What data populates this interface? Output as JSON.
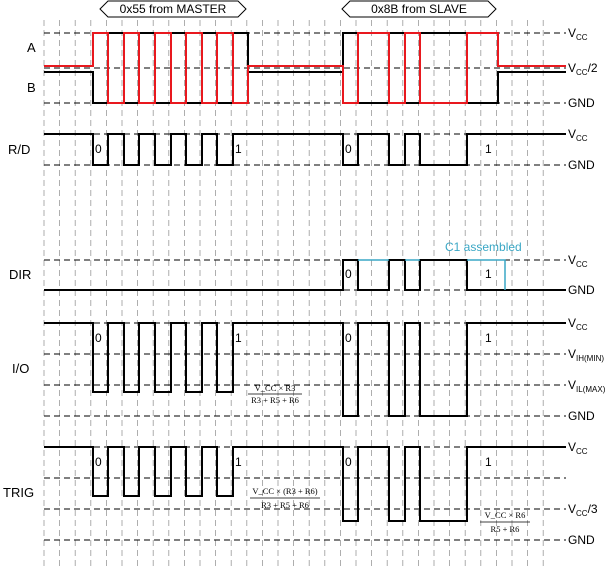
{
  "headers": {
    "master": "0x55 from MASTER",
    "slave": "0x8B from SLAVE"
  },
  "signals": {
    "A": "A",
    "B": "B",
    "RD": "R/D",
    "DIR": "DIR",
    "IO": "I/O",
    "TRIG": "TRIG"
  },
  "levels": {
    "vcc": "V",
    "vcc_sub": "CC",
    "vcc_half_suffix": "/2",
    "vcc_third_suffix": "/3",
    "gnd": "GND",
    "vih": "V",
    "vih_sub": "IH(MIN)",
    "vil": "V",
    "vil_sub": "IL(MAX)"
  },
  "bits": {
    "zero": "0",
    "one": "1"
  },
  "annotation": "C1 assembled",
  "formulas": {
    "io_num": "V_CC × R3",
    "io_den": "R3 + R5 + R6",
    "trig_num": "V_CC × (R3 + R6)",
    "trig_den": "R3 + R5 + R6",
    "trig2_num": "V_CC × R6",
    "trig2_den": "R5 + R6"
  },
  "colors": {
    "signal": "#000000",
    "line_A": "#e8181e",
    "annotation": "#3aa7c5",
    "grid": "#9a9a9a"
  }
}
